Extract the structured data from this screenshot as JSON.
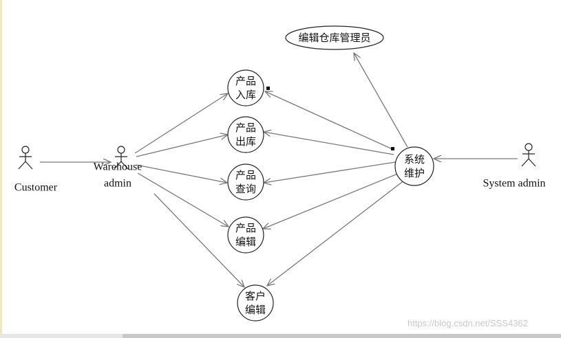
{
  "actors": [
    {
      "id": "customer",
      "label": "Customer"
    },
    {
      "id": "warehouse_admin",
      "label": "Warehouse\nadmin"
    },
    {
      "id": "system_admin",
      "label": "System admin"
    }
  ],
  "use_cases": [
    {
      "id": "uc_edit_admin",
      "label": "编辑仓库管理员"
    },
    {
      "id": "uc_in",
      "label": "产品\n入库"
    },
    {
      "id": "uc_out",
      "label": "产品\n出库"
    },
    {
      "id": "uc_query",
      "label": "产品\n查询"
    },
    {
      "id": "uc_edit",
      "label": "产品\n编辑"
    },
    {
      "id": "uc_customer",
      "label": "客户\n编辑"
    },
    {
      "id": "uc_sys",
      "label": "系统\n维护"
    }
  ],
  "edges": [
    {
      "from": "customer",
      "to": "warehouse_admin"
    },
    {
      "from": "warehouse_admin",
      "to": "uc_in"
    },
    {
      "from": "warehouse_admin",
      "to": "uc_out"
    },
    {
      "from": "warehouse_admin",
      "to": "uc_query"
    },
    {
      "from": "warehouse_admin",
      "to": "uc_edit"
    },
    {
      "from": "warehouse_admin",
      "to": "uc_customer"
    },
    {
      "from": "system_admin",
      "to": "uc_sys"
    },
    {
      "from": "uc_sys",
      "to": "uc_edit_admin"
    },
    {
      "from": "uc_sys",
      "to": "uc_in"
    },
    {
      "from": "uc_sys",
      "to": "uc_out"
    },
    {
      "from": "uc_sys",
      "to": "uc_query"
    },
    {
      "from": "uc_sys",
      "to": "uc_edit"
    },
    {
      "from": "uc_sys",
      "to": "uc_customer"
    }
  ],
  "watermark": "https://blog.csdn.net/SSS4362",
  "colors": {
    "line": "#777777",
    "stroke": "#222222",
    "text": "#111111"
  }
}
